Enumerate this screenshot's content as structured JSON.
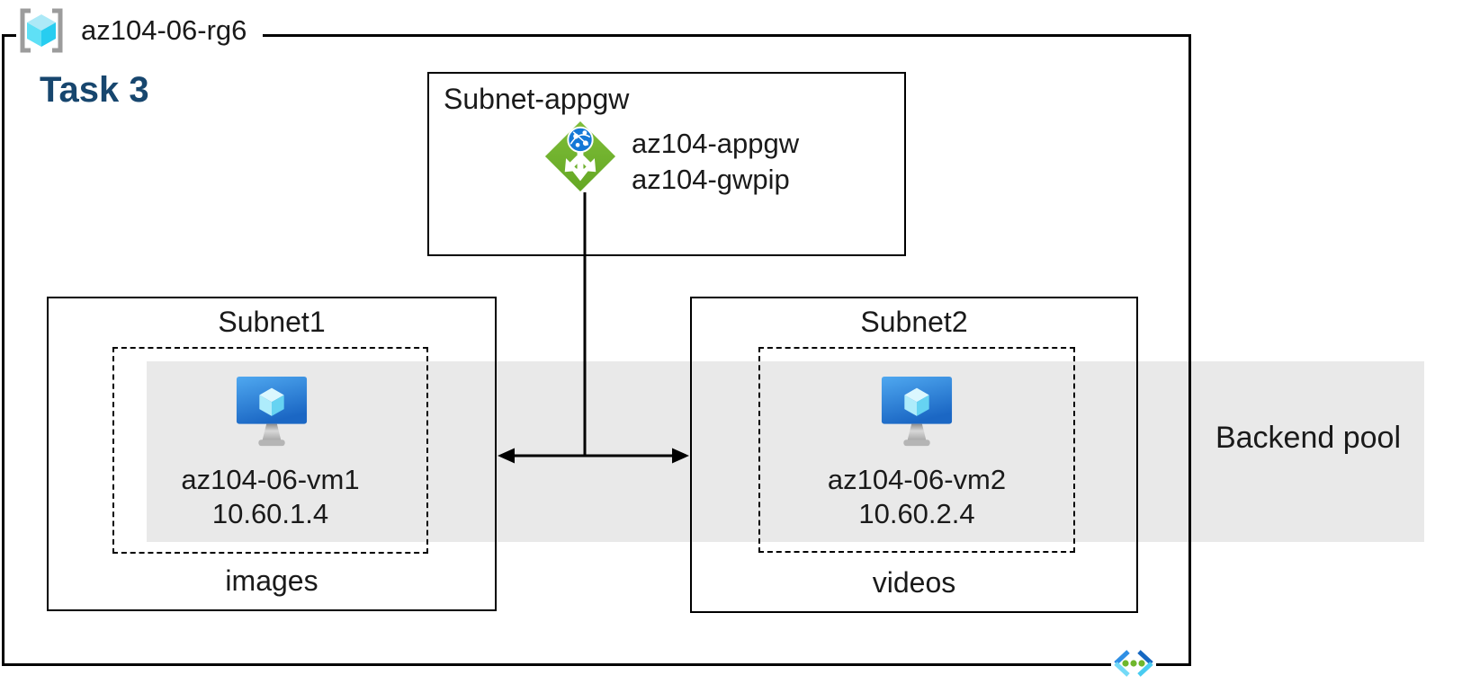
{
  "resource_group": {
    "name": "az104-06-rg6"
  },
  "task": {
    "label": "Task 3"
  },
  "appgw_subnet": {
    "title": "Subnet-appgw",
    "gateway_name": "az104-appgw",
    "public_ip_name": "az104-gwpip"
  },
  "subnet1": {
    "title": "Subnet1",
    "vm_name": "az104-06-vm1",
    "vm_ip": "10.60.1.4",
    "caption": "images"
  },
  "subnet2": {
    "title": "Subnet2",
    "vm_name": "az104-06-vm2",
    "vm_ip": "10.60.2.4",
    "caption": "videos"
  },
  "backend_pool": {
    "label": "Backend pool"
  },
  "icons": {
    "resource_group": "resource-group-icon",
    "application_gateway": "application-gateway-icon",
    "virtual_machine": "virtual-machine-icon",
    "virtual_network": "virtual-network-icon"
  },
  "colors": {
    "border": "#000000",
    "task_text": "#17466e",
    "backend_pool_band": "#e9e9e9",
    "appgw_green": "#74b42e",
    "vm_blue_top": "#4fa8f0",
    "vm_blue_bottom": "#1b67c4",
    "rg_cube_cyan": "#50e0f6",
    "vnet_dot_green": "#6fb72c"
  }
}
